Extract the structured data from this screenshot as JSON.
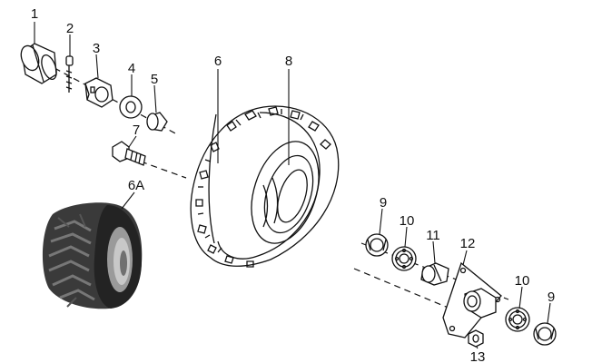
{
  "labels": {
    "p1": "1",
    "p2": "2",
    "p3": "3",
    "p4": "4",
    "p5": "5",
    "p6": "6",
    "p6a": "6A",
    "p7": "7",
    "p8": "8",
    "p9a": "9",
    "p9b": "9",
    "p10a": "10",
    "p10b": "10",
    "p11": "11",
    "p12": "12",
    "p13": "13"
  }
}
